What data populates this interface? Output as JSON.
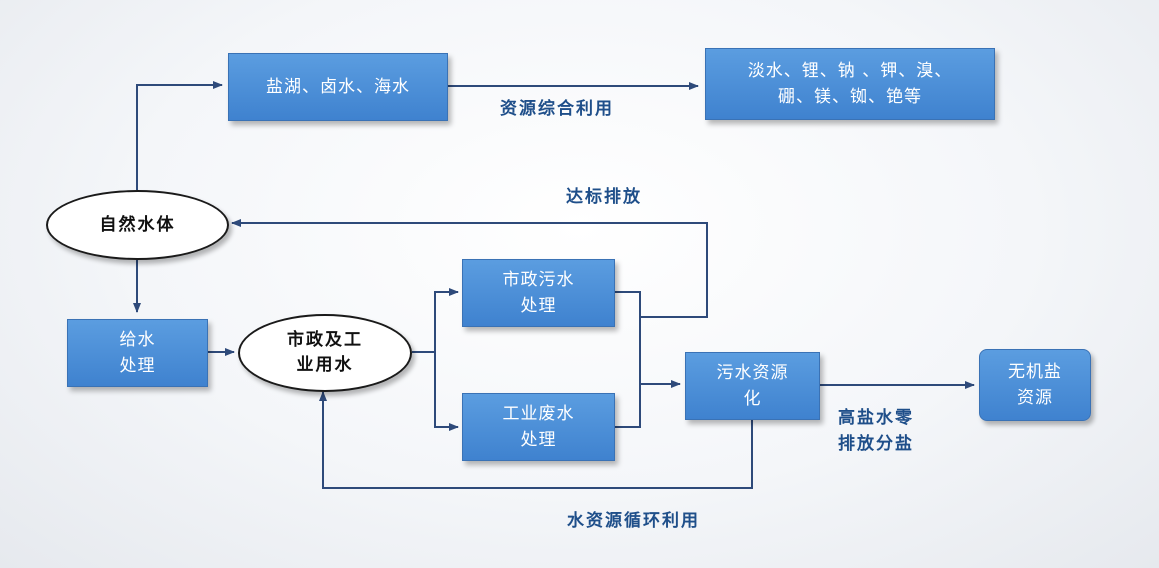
{
  "nodes": {
    "salt_lake": "盐湖、卤水、海水",
    "resources_line1": "淡水、锂、钠 、钾、溴、",
    "resources_line2": "硼、镁、铷、铯等",
    "natural_water": "自然水体",
    "water_supply_line1": "给水",
    "water_supply_line2": "处理",
    "municipal_industrial_line1": "市政及工",
    "municipal_industrial_line2": "业用水",
    "municipal_sewage_line1": "市政污水",
    "municipal_sewage_line2": "处理",
    "industrial_waste_line1": "工业废水",
    "industrial_waste_line2": "处理",
    "sewage_resource_line1": "污水资源",
    "sewage_resource_line2": "化",
    "inorganic_salt_line1": "无机盐",
    "inorganic_salt_line2": "资源"
  },
  "edge_labels": {
    "comprehensive_use": "资源综合利用",
    "standard_discharge": "达标排放",
    "water_recycle": "水资源循环利用",
    "zld_line1": "高盐水零",
    "zld_line2": "排放分盐"
  },
  "colors": {
    "box_fill": "#4a8dd8",
    "arrow": "#2e4a7a",
    "label_text": "#1f4f8a"
  }
}
